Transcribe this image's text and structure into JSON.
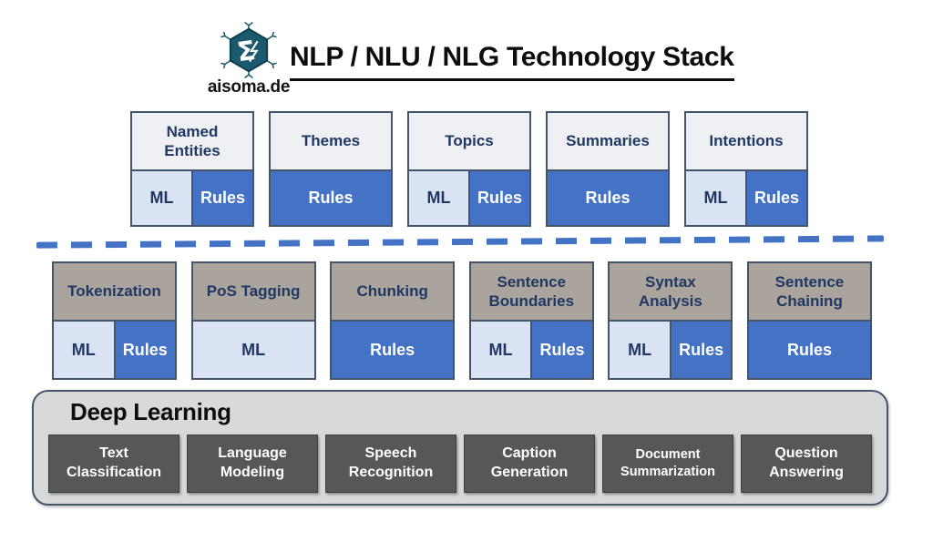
{
  "header": {
    "title": "NLP / NLU / NLG Technology Stack",
    "logo": {
      "text": "aisoma.de",
      "icon": "hexagon-sigma-logo"
    }
  },
  "top_row": {
    "boxes": [
      {
        "label": "Named Entities",
        "cells": [
          "ML",
          "Rules"
        ]
      },
      {
        "label": "Themes",
        "cells": [
          "Rules"
        ]
      },
      {
        "label": "Topics",
        "cells": [
          "ML",
          "Rules"
        ]
      },
      {
        "label": "Summaries",
        "cells": [
          "Rules"
        ]
      },
      {
        "label": "Intentions",
        "cells": [
          "ML",
          "Rules"
        ]
      }
    ]
  },
  "middle_row": {
    "boxes": [
      {
        "label": "Tokenization",
        "cells": [
          "ML",
          "Rules"
        ]
      },
      {
        "label": "PoS Tagging",
        "cells": [
          "ML"
        ]
      },
      {
        "label": "Chunking",
        "cells": [
          "Rules"
        ]
      },
      {
        "label": "Sentence Boundaries",
        "cells": [
          "ML",
          "Rules"
        ]
      },
      {
        "label": "Syntax Analysis",
        "cells": [
          "ML",
          "Rules"
        ]
      },
      {
        "label": "Sentence Chaining",
        "cells": [
          "Rules"
        ]
      }
    ]
  },
  "deep_learning": {
    "title": "Deep Learning",
    "boxes": [
      {
        "label": "Text Classification"
      },
      {
        "label": "Language Modeling"
      },
      {
        "label": "Speech Recognition"
      },
      {
        "label": "Caption Generation"
      },
      {
        "label": "Document Summarization"
      },
      {
        "label": "Question Answering"
      }
    ]
  },
  "colors": {
    "rules_blue": "#4472c4",
    "ml_light_blue": "#dae3f3",
    "top_header_bg": "#eef0f4",
    "middle_header_bg": "#aaa49c",
    "header_text_navy": "#1f3864",
    "box_border": "#44546a",
    "deep_container_bg": "#d7d9db",
    "deep_box_bg": "#575757",
    "dashed_divider": "#4472c4",
    "logo_teal": "#1a5a6e"
  }
}
